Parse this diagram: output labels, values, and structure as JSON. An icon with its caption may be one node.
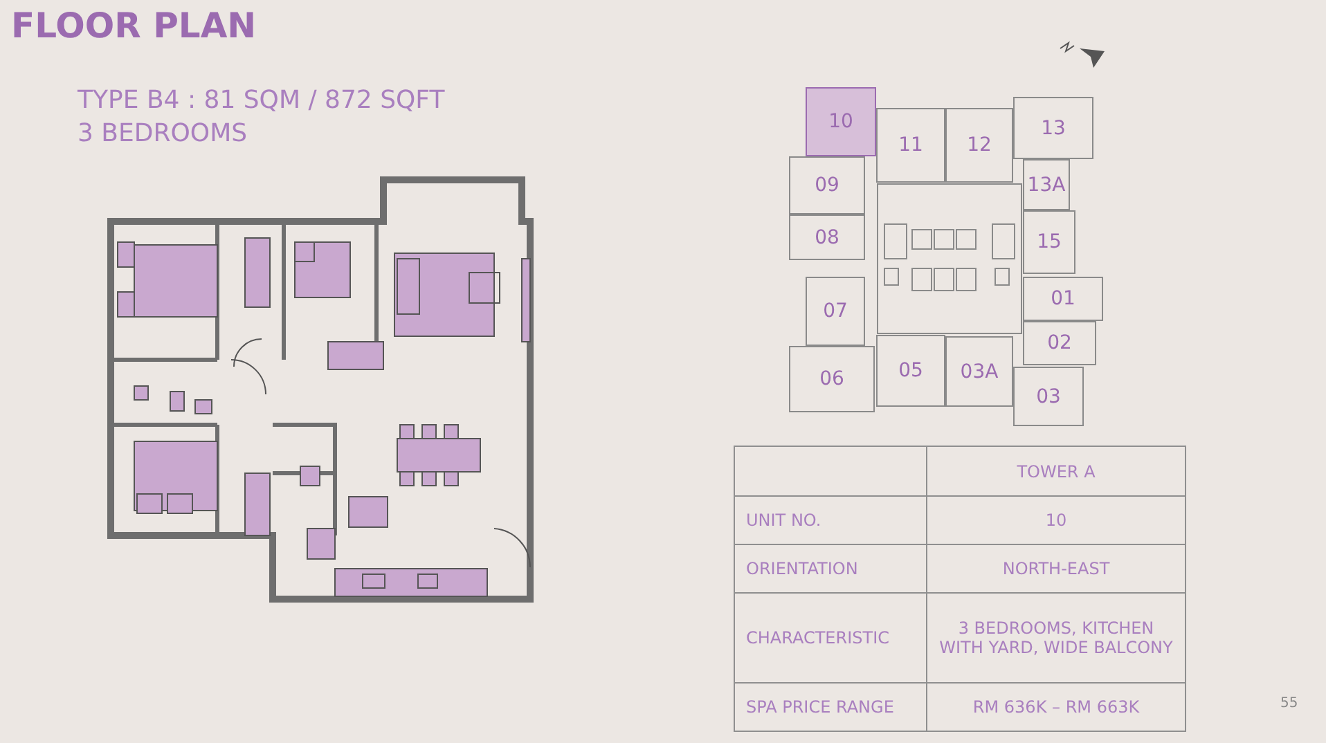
{
  "diagram": {
    "title": "FLOOR PLAN",
    "nodes": [
      {
        "text": [
          "10"
        ]
      },
      {
        "text": [
          "11"
        ]
      },
      {
        "text": [
          "12"
        ]
      },
      {
        "text": [
          "13"
        ]
      },
      {
        "text": [
          "09"
        ]
      },
      {
        "text": [
          "13A"
        ]
      },
      {
        "text": [
          "08"
        ]
      },
      {
        "text": [
          "15"
        ]
      },
      {
        "text": [
          "07"
        ]
      },
      {
        "text": [
          "01"
        ]
      },
      {
        "text": [
          "02"
        ]
      },
      {
        "text": [
          "06"
        ]
      },
      {
        "text": [
          "05"
        ]
      },
      {
        "text": [
          "03A"
        ]
      },
      {
        "text": [
          "03"
        ]
      }
    ],
    "edges": [],
    "labels": [
      "TYPE B4 : 81 SQM / 872 SQFT",
      "3 BEDROOMS",
      "TOWER A",
      "UNIT NO.",
      "10",
      "ORIENTATION",
      "NORTH-EAST",
      "CHARACTERISTIC",
      "3 BEDROOMS, KITCHEN WITH YARD, WIDE BALCONY",
      "SPA PRICE RANGE",
      "RM 636K – RM 663K",
      "55"
    ]
  }
}
